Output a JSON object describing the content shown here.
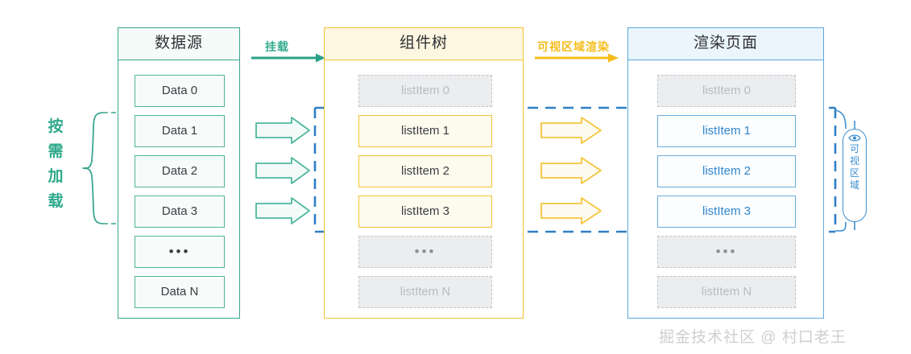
{
  "diagram": {
    "title": "virtual-list-rendering-flow",
    "watermark": "掘金技术社区 @ 村口老王",
    "colors": {
      "green": "#3aa58f",
      "yellow": "#f2c230",
      "blue": "#5aa9dd",
      "viewport_dash": "#2f7fc6",
      "ghost": "#c2c6cc"
    }
  },
  "left_annotation": {
    "name": "on-demand-loading",
    "chars": [
      "按",
      "需",
      "加",
      "载"
    ],
    "text": "按需加载"
  },
  "panels": [
    {
      "id": "source",
      "header": "数据源",
      "items": [
        {
          "label": "Data 0",
          "state": "normal"
        },
        {
          "label": "Data 1",
          "state": "normal"
        },
        {
          "label": "Data 2",
          "state": "normal"
        },
        {
          "label": "Data 3",
          "state": "normal"
        },
        {
          "label": "•••",
          "state": "normal"
        },
        {
          "label": "Data N",
          "state": "normal"
        }
      ]
    },
    {
      "id": "tree",
      "header": "组件树",
      "items": [
        {
          "label": "listItem 0",
          "state": "ghost"
        },
        {
          "label": "listItem 1",
          "state": "active"
        },
        {
          "label": "listItem 2",
          "state": "active"
        },
        {
          "label": "listItem 3",
          "state": "active"
        },
        {
          "label": "•••",
          "state": "ghost"
        },
        {
          "label": "listItem N",
          "state": "ghost"
        }
      ]
    },
    {
      "id": "page",
      "header": "渲染页面",
      "items": [
        {
          "label": "listItem 0",
          "state": "ghost"
        },
        {
          "label": "listItem 1",
          "state": "active"
        },
        {
          "label": "listItem 2",
          "state": "active"
        },
        {
          "label": "listItem 3",
          "state": "active"
        },
        {
          "label": "•••",
          "state": "ghost"
        },
        {
          "label": "listItem N",
          "state": "ghost"
        }
      ]
    }
  ],
  "steps": [
    {
      "id": "mount",
      "label": "挂载",
      "color": "#35ac8f"
    },
    {
      "id": "render",
      "label": "可视区域渲染",
      "color": "#f5bd1b"
    }
  ],
  "flow_arrows": {
    "source_to_tree": {
      "count": 3,
      "color": "#5cbfa3",
      "icon": "arrow-right-icon"
    },
    "tree_to_page": {
      "count": 3,
      "color": "#f5c53c",
      "icon": "arrow-right-icon"
    }
  },
  "viewport_badge": {
    "icon": "eye-icon",
    "chars": [
      "可",
      "视",
      "区",
      "域"
    ],
    "text": "可视区域"
  }
}
